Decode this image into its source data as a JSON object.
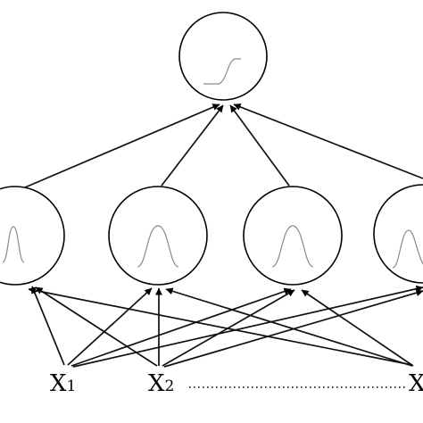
{
  "diagram": {
    "output_node": {
      "activation": "sigmoid"
    },
    "hidden_nodes": [
      {
        "activation": "gaussian"
      },
      {
        "activation": "gaussian"
      },
      {
        "activation": "gaussian"
      },
      {
        "activation": "gaussian"
      }
    ],
    "inputs": [
      {
        "letter": "X",
        "subscript": "1"
      },
      {
        "letter": "X",
        "subscript": "2"
      },
      {
        "letter": "X",
        "subscript": ""
      }
    ],
    "colors": {
      "line": "#111111",
      "curve": "#8a8a8a",
      "background": "#ffffff"
    }
  }
}
